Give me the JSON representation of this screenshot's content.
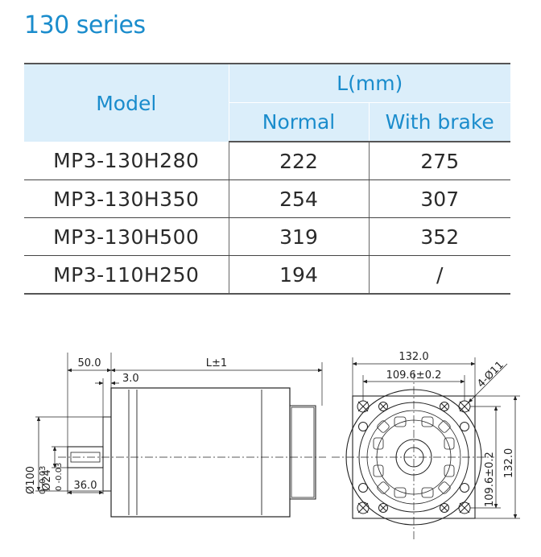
{
  "page": {
    "heading": "130 series"
  },
  "table": {
    "model_header": "Model",
    "length_header": "L(mm)",
    "normal_header": "Normal",
    "brake_header": "With brake",
    "rows": [
      {
        "model": "MP3-130H280",
        "normal": "222",
        "brake": "275"
      },
      {
        "model": "MP3-130H350",
        "normal": "254",
        "brake": "307"
      },
      {
        "model": "MP3-130H500",
        "normal": "319",
        "brake": "352"
      },
      {
        "model": "MP3-110H250",
        "normal": "194",
        "brake": "/"
      }
    ]
  },
  "drawing": {
    "side": {
      "dim_flange": "50.0",
      "dim_length": "L±1",
      "dim_step": "3.0",
      "dim_shaft_len": "36.0",
      "dia_pilot": "Ø100",
      "dia_pilot_tol": "0  -0.03",
      "dia_shaft": "Ø24",
      "dia_shaft_tol": "0  -0.03"
    },
    "front": {
      "dim_width": "132.0",
      "dim_pcd": "109.6±0.2",
      "dim_holes": "4-Ø11",
      "dim_pcd_v": "109.6±0.2",
      "dim_height": "132.0"
    }
  }
}
